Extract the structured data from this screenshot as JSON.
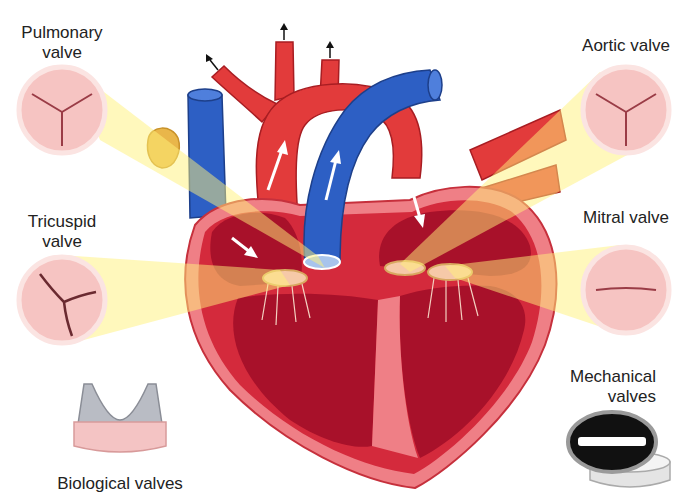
{
  "diagram": {
    "labels": [
      "Pulmonary valve",
      "Aortic valve",
      "Tricuspid valve",
      "Mitral valve",
      "Biological valves",
      "Mechanical valves"
    ]
  }
}
